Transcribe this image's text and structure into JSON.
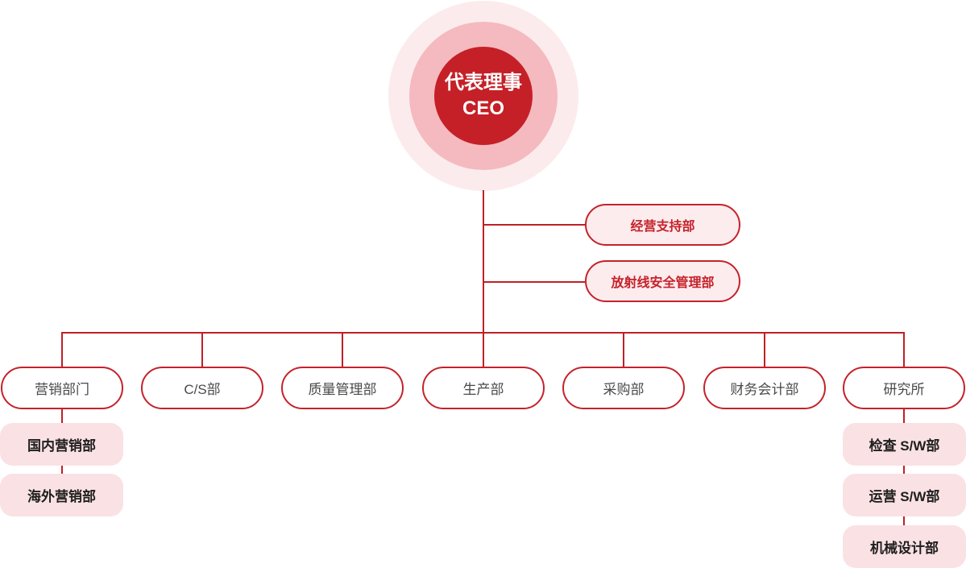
{
  "colors": {
    "brand_red": "#c4222a",
    "line_red": "#bf2026",
    "circle_inner": "#c52027",
    "circle_mid": "#f4bac0",
    "circle_outer": "#fcebed",
    "staff_box_fill": "#fdecee",
    "sub_box_fill": "#fae1e4",
    "dept_text": "#4a4a4a",
    "sub_text": "#1e1e1e",
    "ceo_text": "#ffffff"
  },
  "org": {
    "ceo": {
      "line1": "代表理事",
      "line2": "CEO"
    },
    "staff": [
      {
        "label": "经营支持部"
      },
      {
        "label": "放射线安全管理部"
      }
    ],
    "departments": [
      {
        "label": "营销部门",
        "children": [
          "国内营销部",
          "海外营销部"
        ]
      },
      {
        "label": "C/S部",
        "children": []
      },
      {
        "label": "质量管理部",
        "children": []
      },
      {
        "label": "生产部",
        "children": []
      },
      {
        "label": "采购部",
        "children": []
      },
      {
        "label": "财务会计部",
        "children": []
      },
      {
        "label": "研究所",
        "children": [
          "检查 S/W部",
          "运营 S/W部",
          "机械设计部"
        ]
      }
    ]
  }
}
